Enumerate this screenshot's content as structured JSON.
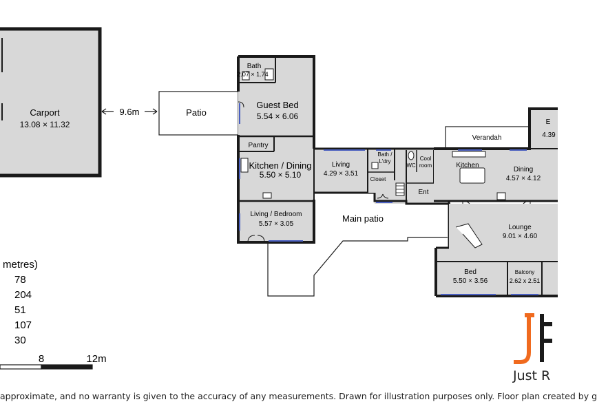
{
  "colors": {
    "wall": "#1a1a1a",
    "floor": "#d8d8d8",
    "window": "#4a5fc0",
    "logo_orange": "#f06a1e",
    "logo_dark": "#1a1a1a"
  },
  "rooms": {
    "carport": {
      "name": "Carport",
      "dims": "13.08 × 11.32"
    },
    "distance": "9.6m",
    "patio": {
      "name": "Patio"
    },
    "bath": {
      "name": "Bath",
      "dims": "2.07 × 1.74"
    },
    "guest_bed": {
      "name": "Guest Bed",
      "dims": "5.54 × 6.06"
    },
    "pantry": {
      "name": "Pantry"
    },
    "kitchen_dining": {
      "name": "Kitchen / Dining",
      "dims": "5.50 × 5.10"
    },
    "living": {
      "name": "Living",
      "dims": "4.29 × 3.51"
    },
    "bath_ldry": {
      "name_line1": "Bath /",
      "name_line2": "L'dry"
    },
    "closet": {
      "name": "Closet"
    },
    "wc": {
      "name": "WC"
    },
    "cool_room": {
      "name_line1": "Cool",
      "name_line2": "room"
    },
    "ent": {
      "name": "Ent"
    },
    "verandah": {
      "name": "Verandah"
    },
    "kitchen": {
      "name": "Kitchen"
    },
    "dining": {
      "name": "Dining",
      "dims": "4.57 × 4.12"
    },
    "partial_room": {
      "name_fragment": "E",
      "dims_fragment": "4.39"
    },
    "living_bedroom": {
      "name": "Living / Bedroom",
      "dims": "5.57 × 3.05"
    },
    "main_patio": {
      "name": "Main patio"
    },
    "lounge": {
      "name": "Lounge",
      "dims": "9.01 × 4.60"
    },
    "bed": {
      "name": "Bed",
      "dims": "5.50 × 3.56"
    },
    "balcony": {
      "name": "Balcony",
      "dims": "2.62 x 2.51"
    }
  },
  "areas": {
    "header": "metres)",
    "values": [
      "78",
      "204",
      "51",
      "107",
      "30"
    ]
  },
  "scale": {
    "mid_label": "8",
    "end_label": "12m"
  },
  "brand": {
    "text": "Just R"
  },
  "disclaimer": "approximate, and no warranty is given to the accuracy of any measurements. Drawn for illustration purposes only. Floor plan created by g"
}
